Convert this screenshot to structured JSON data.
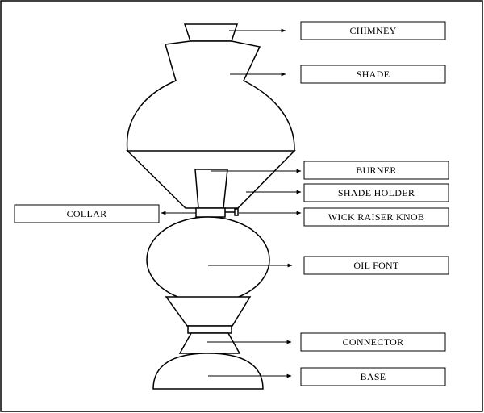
{
  "diagram": {
    "labels": {
      "chimney": "CHIMNEY",
      "shade": "SHADE",
      "burner": "BURNER",
      "shade_holder": "SHADE HOLDER",
      "collar": "COLLAR",
      "wick_raiser_knob": "WICK RAISER KNOB",
      "oil_font": "OIL FONT",
      "connector": "CONNECTOR",
      "base": "BASE"
    }
  }
}
